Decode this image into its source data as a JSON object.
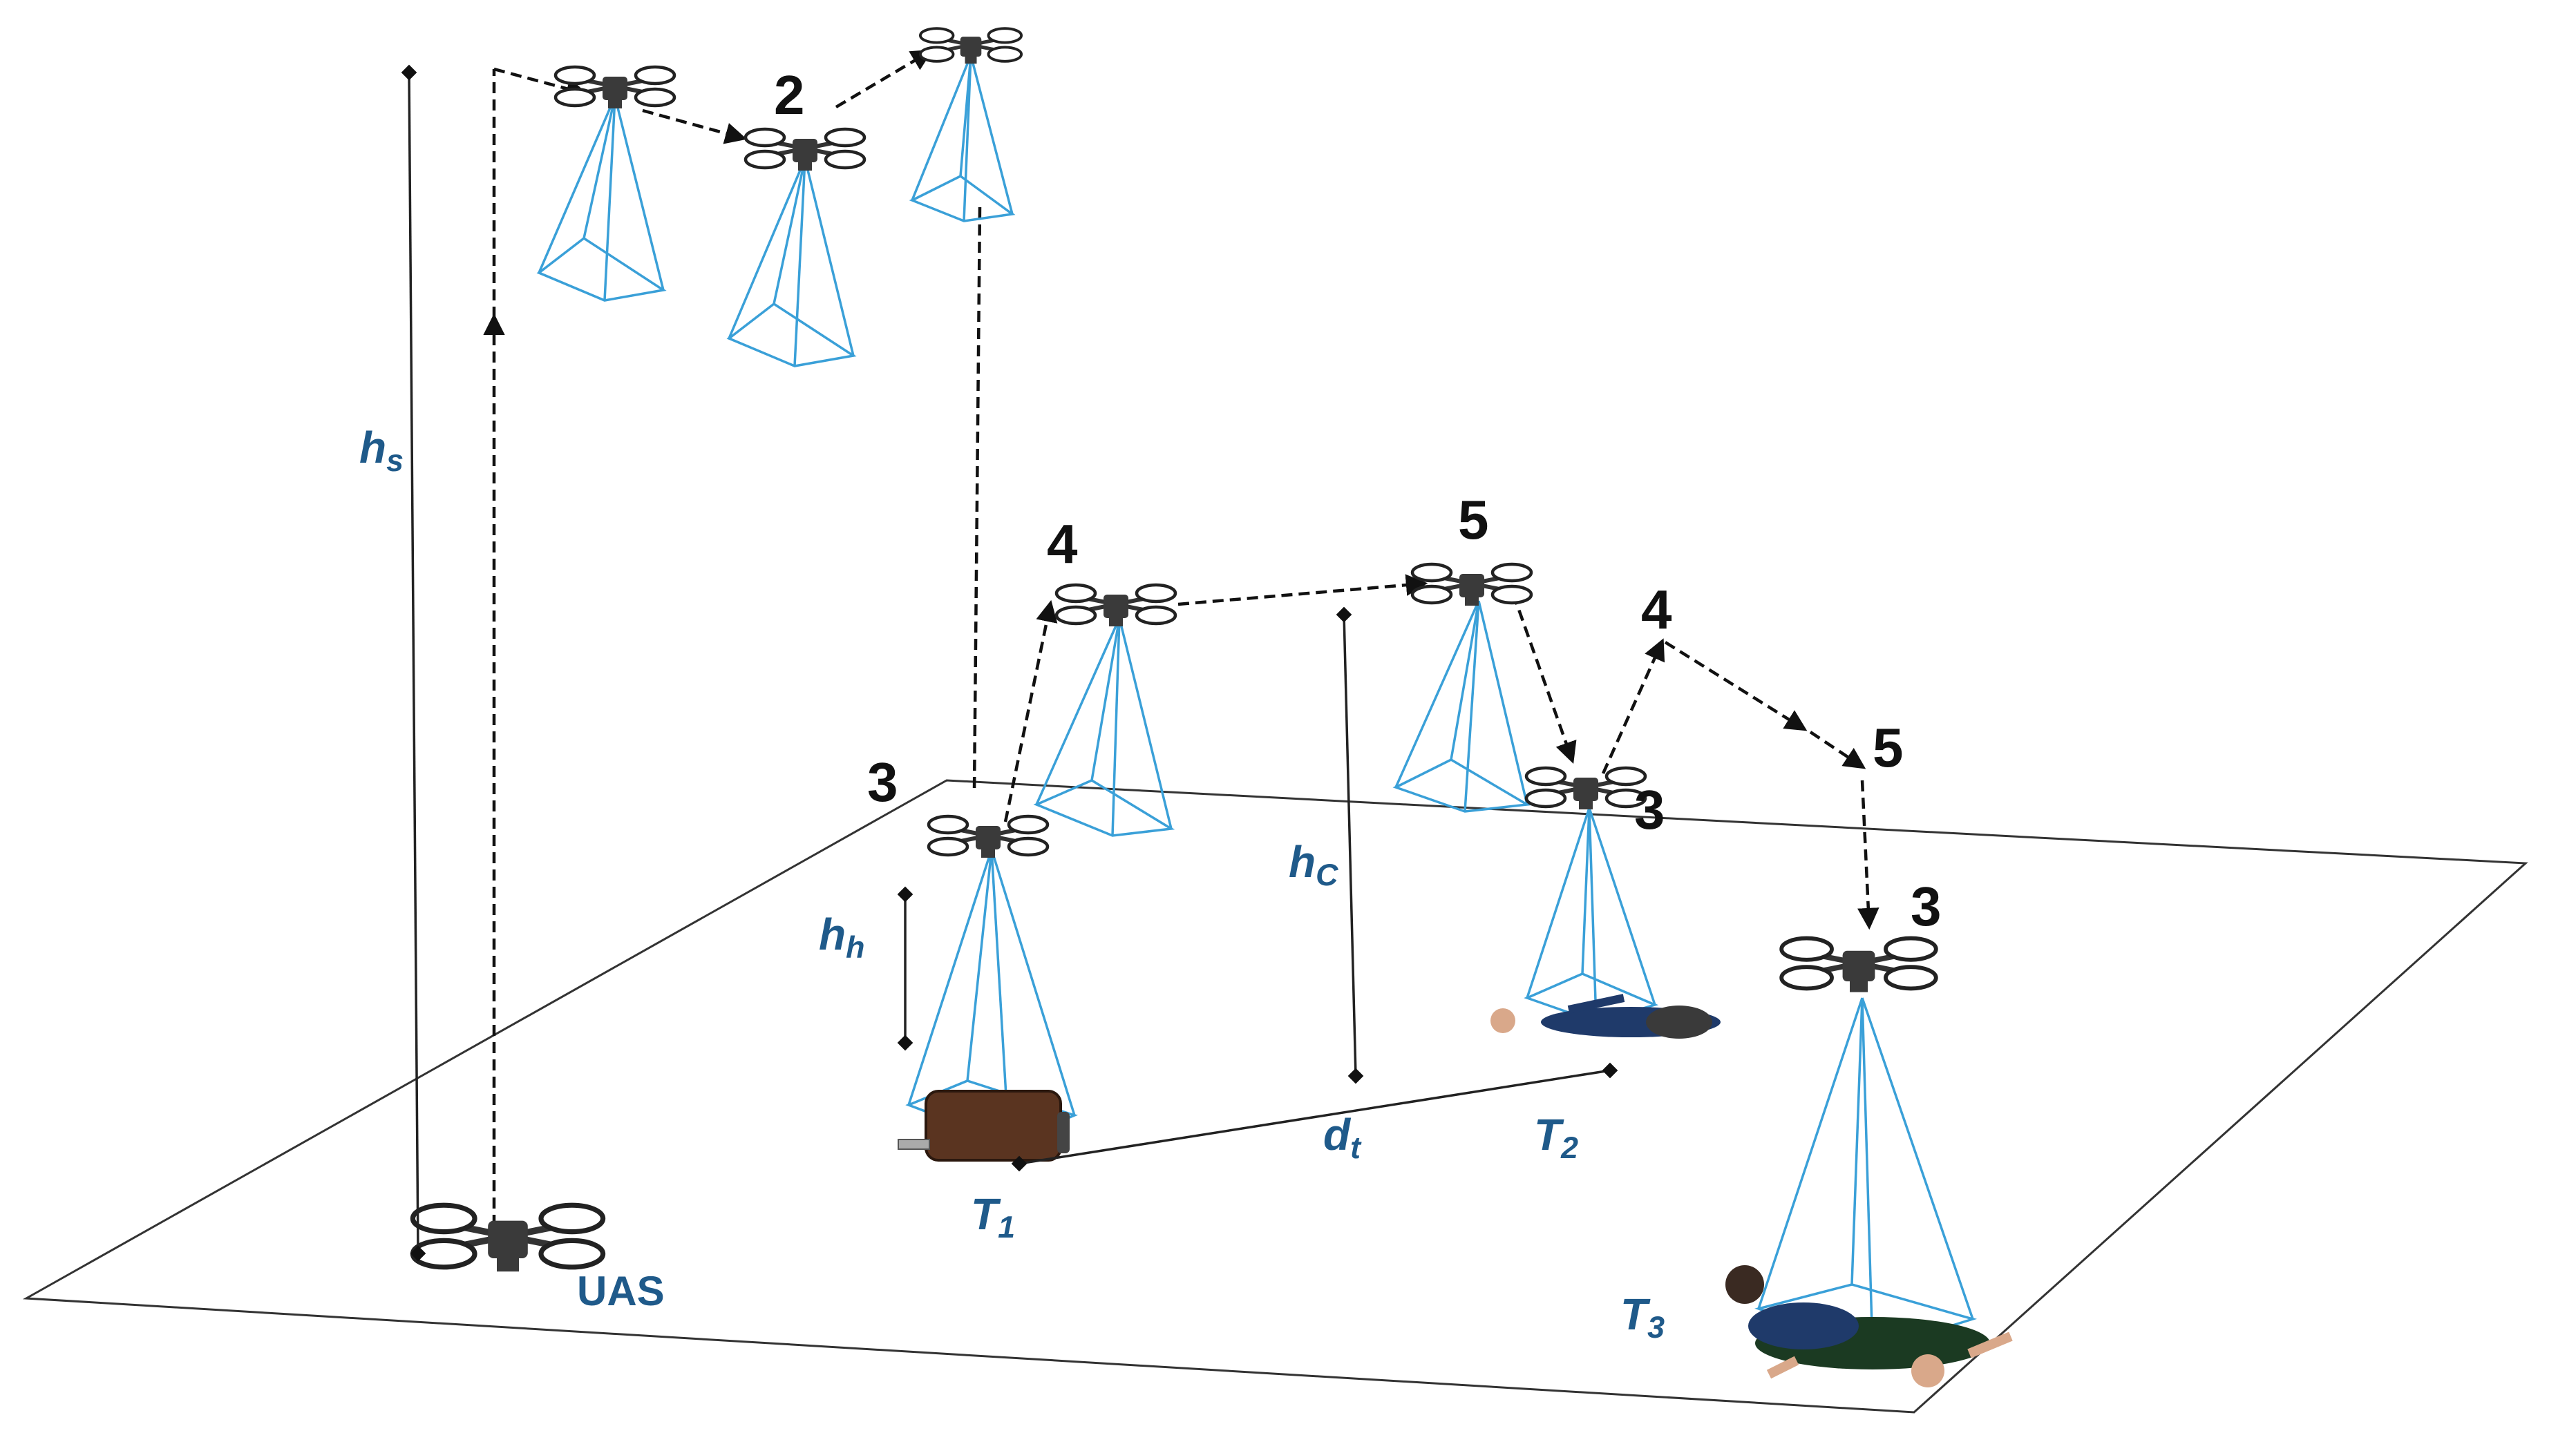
{
  "labels": {
    "uas": "UAS",
    "hs_main": "h",
    "hs_sub": "s",
    "hh_main": "h",
    "hh_sub": "h",
    "hc_main": "h",
    "hc_sub": "C",
    "dt_main": "d",
    "dt_sub": "t",
    "t1_main": "T",
    "t1_sub": "1",
    "t2_main": "T",
    "t2_sub": "2",
    "t3_main": "T",
    "t3_sub": "3"
  },
  "step_numbers": {
    "s2": "2",
    "s3_t1": "3",
    "s4_t1": "4",
    "s5_t1": "5",
    "s3_t2": "3",
    "s4_t2": "4",
    "s5_t2": "5",
    "s3_t3": "3"
  },
  "colors": {
    "cone": "#3aa0d8",
    "label_blue": "#1f5a8a",
    "path": "#111111"
  },
  "icons": [
    "quadcopter-icon",
    "suitcase-icon",
    "lying-person-icon"
  ]
}
